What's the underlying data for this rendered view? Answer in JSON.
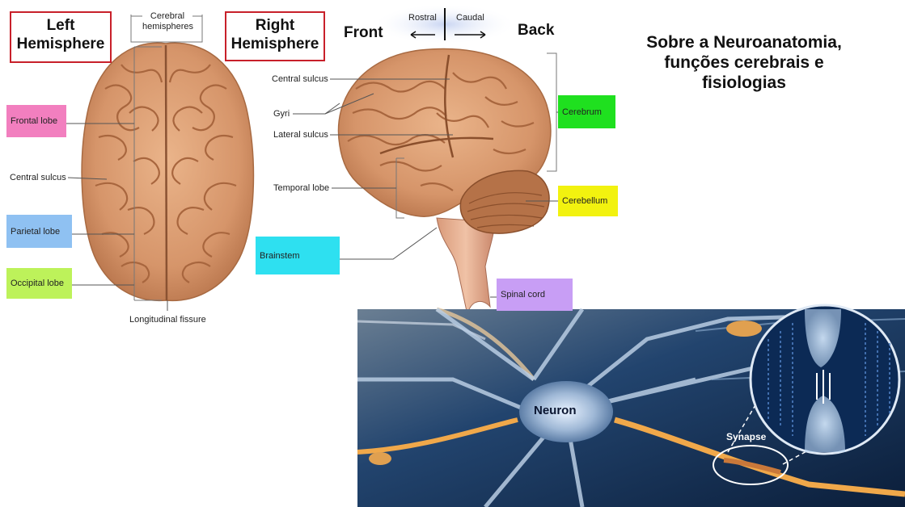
{
  "title": {
    "line1": "Sobre a Neuroanatomia,",
    "line2": "funções cerebrais e",
    "line3": "fisiologias"
  },
  "left_view": {
    "heading_line1": "Left",
    "heading_line2": "Hemisphere",
    "top_label_line1": "Cerebral",
    "top_label_line2": "hemispheres",
    "bottom_label": "Longitudinal fissure",
    "labels": {
      "frontal": "Frontal lobe",
      "central": "Central sulcus",
      "parietal": "Parietal lobe",
      "occipital": "Occipital lobe"
    }
  },
  "right_view": {
    "heading_line1": "Right",
    "heading_line2": "Hemisphere",
    "front": "Front",
    "back": "Back",
    "rostral": "Rostral",
    "caudal": "Caudal",
    "labels": {
      "central": "Central sulcus",
      "gyri": "Gyri",
      "lateral": "Lateral sulcus",
      "temporal": "Temporal lobe",
      "brainstem": "Brainstem",
      "cerebrum": "Cerebrum",
      "cerebellum": "Cerebellum",
      "spinal": "Spinal cord"
    }
  },
  "neuron_image": {
    "neuron": "Neuron",
    "synapse": "Synapse"
  },
  "colors": {
    "pink": "#f27fbf",
    "blue": "#8fc1f2",
    "lime": "#bdf25a",
    "cyan": "#2ee0f0",
    "green": "#1fe01f",
    "yellow": "#f2f20f",
    "violet": "#c89ef5",
    "red": "#c8202a",
    "brain": "#d99a6c"
  }
}
